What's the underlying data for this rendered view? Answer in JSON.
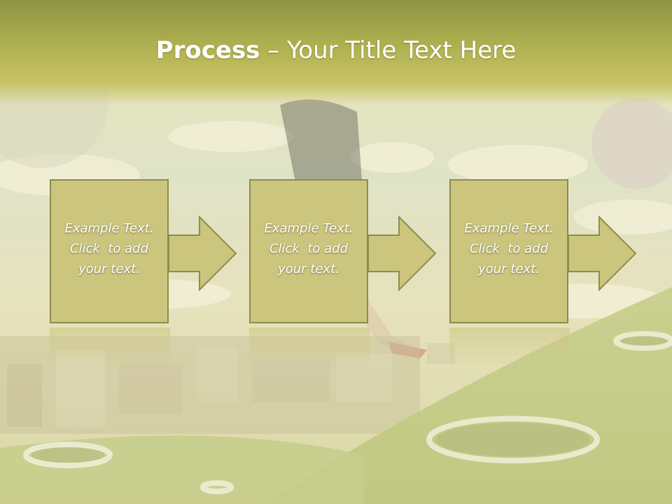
{
  "slide": {
    "title_bold": "Process",
    "title_rest": " – Your Title Text Here"
  },
  "steps": [
    {
      "line1": "Example Text.",
      "line2": "Click  to add",
      "line3": "your text."
    },
    {
      "line1": "Example Text.",
      "line2": "Click  to add",
      "line3": "your text."
    },
    {
      "line1": "Example Text.",
      "line2": "Click  to add",
      "line3": "your text."
    }
  ],
  "colors": {
    "title_bar": "#b0b150",
    "box_fill": "#cbc57d",
    "box_border": "#8f8c4b",
    "text": "#ffffff"
  }
}
